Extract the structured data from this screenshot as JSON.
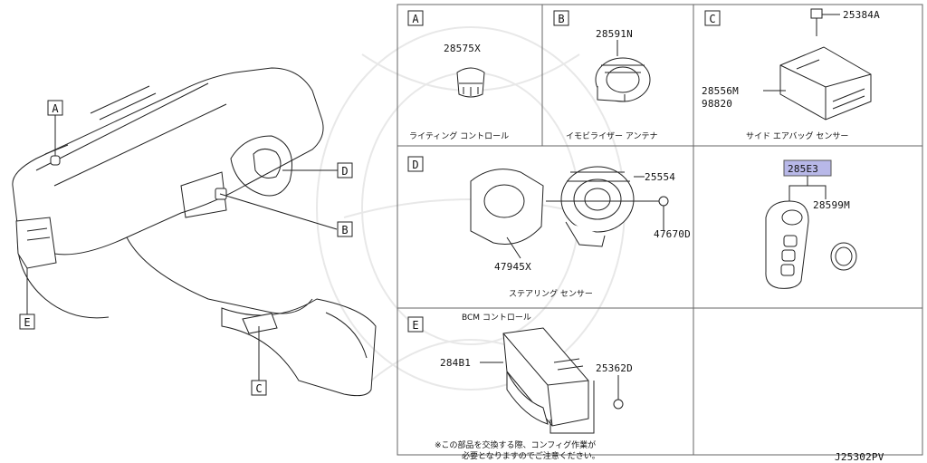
{
  "overview": {
    "callouts": [
      "A",
      "B",
      "C",
      "D",
      "E"
    ]
  },
  "sections": {
    "A": {
      "letter": "A",
      "part": "28575X",
      "caption": "ライティング コントロール"
    },
    "B": {
      "letter": "B",
      "part": "28591N",
      "caption": "イモビライザー アンテナ"
    },
    "C": {
      "letter": "C",
      "parts": [
        "25384A",
        "28556M",
        "98820"
      ],
      "caption": "サイド エアバッグ センサー"
    },
    "D": {
      "letter": "D",
      "parts": [
        "25554",
        "47670D",
        "47945X"
      ],
      "caption": "ステアリング センサー"
    },
    "E": {
      "letter": "E",
      "title": "BCM コントロール",
      "parts": [
        "284B1",
        "25362D"
      ]
    },
    "key": {
      "highlight": "285E3",
      "part": "28599M",
      "highlight_color": "#b8b8e8"
    }
  },
  "footnote": {
    "line1": "※この部品を交換する際、コンフィグ作業が",
    "line2": "必要となりますのでご注意ください。"
  },
  "diagram_code": "J25302PV"
}
